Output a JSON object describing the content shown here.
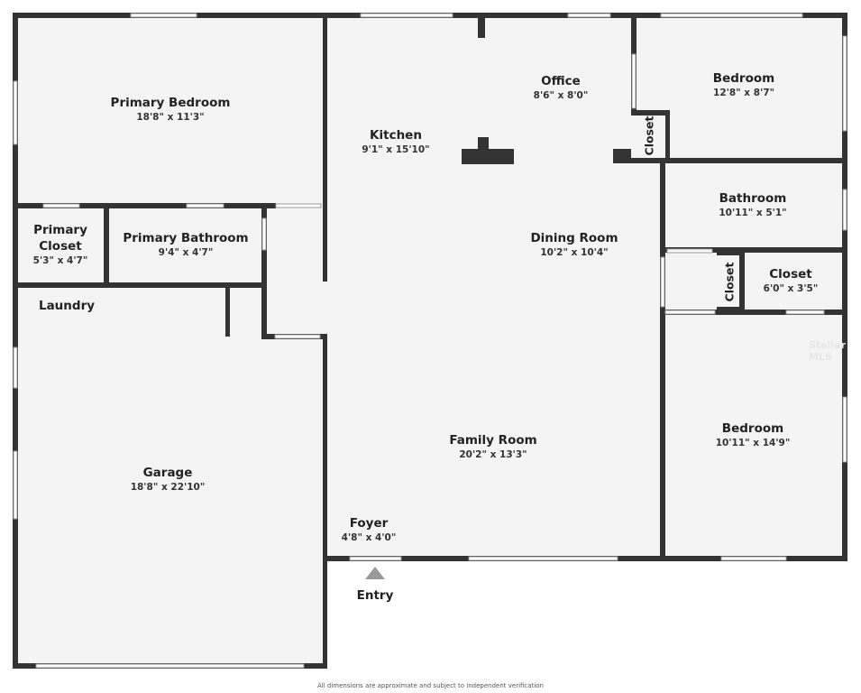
{
  "rooms": {
    "primary_bedroom": {
      "name": "Primary Bedroom",
      "dim": "18'8\" x 11'3\""
    },
    "primary_closet": {
      "name": "Primary Closet",
      "dim": "5'3\" x 4'7\""
    },
    "primary_bathroom": {
      "name": "Primary Bathroom",
      "dim": "9'4\" x 4'7\""
    },
    "laundry": {
      "name": "Laundry"
    },
    "garage": {
      "name": "Garage",
      "dim": "18'8\" x 22'10\""
    },
    "kitchen": {
      "name": "Kitchen",
      "dim": "9'1\" x 15'10\""
    },
    "office": {
      "name": "Office",
      "dim": "8'6\" x 8'0\""
    },
    "dining_room": {
      "name": "Dining Room",
      "dim": "10'2\" x 10'4\""
    },
    "family_room": {
      "name": "Family Room",
      "dim": "20'2\" x 13'3\""
    },
    "foyer": {
      "name": "Foyer",
      "dim": "4'8\" x 4'0\""
    },
    "bedroom_1": {
      "name": "Bedroom",
      "dim": "12'8\" x 8'7\""
    },
    "closet_1": {
      "name": "Closet"
    },
    "bathroom": {
      "name": "Bathroom",
      "dim": "10'11\" x 5'1\""
    },
    "closet_2": {
      "name": "Closet"
    },
    "closet_3": {
      "name": "Closet",
      "dim": "6'0\" x 3'5\""
    },
    "bedroom_2": {
      "name": "Bedroom",
      "dim": "10'11\" x 14'9\""
    }
  },
  "entry_label": "Entry",
  "footer": "All dimensions are approximate and subject to independent verification",
  "watermark": "Stellar MLS",
  "colors": {
    "wall": "#333333",
    "floor": "#f4f4f4",
    "window": "#ffffff"
  }
}
